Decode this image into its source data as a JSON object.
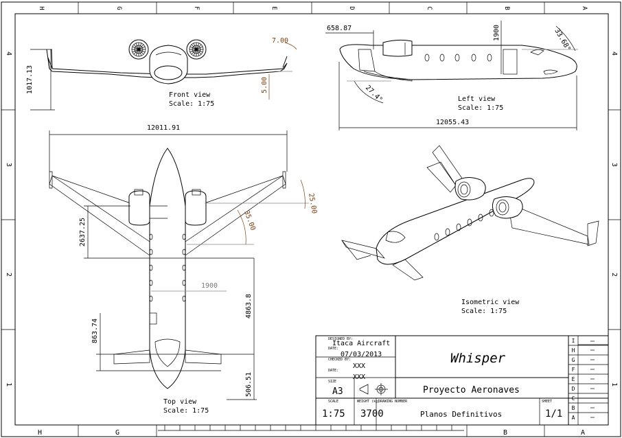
{
  "frame": {
    "cols": [
      "H",
      "G",
      "F",
      "E",
      "D",
      "C",
      "B",
      "A"
    ],
    "rows": [
      "4",
      "3",
      "2",
      "1"
    ],
    "bottom_cols": [
      "H",
      "G",
      "B",
      "A"
    ]
  },
  "views": {
    "front": {
      "name": "Front view",
      "scale": "Scale:  1:75"
    },
    "left": {
      "name": "Left view",
      "scale": "Scale:  1:75"
    },
    "top": {
      "name": "Top view",
      "scale": "Scale:  1:75"
    },
    "iso": {
      "name": "Isometric view",
      "scale": "Scale:  1:75"
    }
  },
  "dimensions": {
    "front_height": "1017.13",
    "front_dihedral": "7.00",
    "front_tip": "5.00",
    "left_nose_offset": "658.87",
    "left_height": "1900",
    "left_angle_top": "33.68°",
    "left_angle_bottom": "27.4°",
    "left_length": "12055.43",
    "top_span": "12011.91",
    "top_sweep_outer": "25.00",
    "top_sweep_inner": "35.00",
    "top_wing_offset": "2637.25",
    "top_fuselage_width": "1900",
    "top_tail_offset": "4863.8",
    "top_tail_chord": "863.74",
    "top_tail_length": "506.51"
  },
  "title_block": {
    "designed_by_label": "DESIGNED BY:",
    "designed_by": "Itaca Aircraft",
    "date_label": "DATE:",
    "date": "07/03/2013",
    "checked_by_label": "CHECKED BY:",
    "checked_by": "XXX",
    "date2_label": "DATE:",
    "date2": "XXX",
    "size_label": "SIZE",
    "size": "A3",
    "scale_label": "SCALE",
    "scale": "1:75",
    "weight_label": "WEIGHT (kg)",
    "weight": "3700",
    "drawing_number_label": "DRAWING NUMBER",
    "sheet_label": "SHEET",
    "sheet": "1/1",
    "title": "Whisper",
    "project": "Proyecto Aeronaves",
    "drawing": "Planos Definitivos",
    "revisions": [
      "I",
      "H",
      "G",
      "F",
      "E",
      "D",
      "C",
      "B",
      "A"
    ]
  }
}
